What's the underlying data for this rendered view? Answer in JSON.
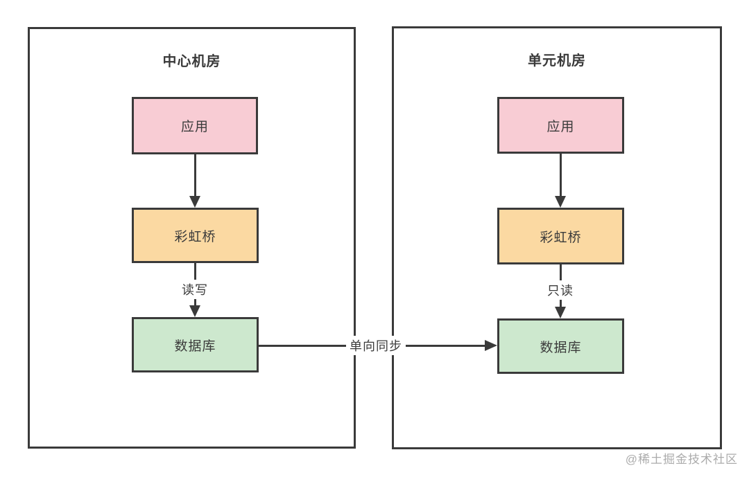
{
  "diagram": {
    "regions": [
      {
        "title": "中心机房",
        "nodes": [
          {
            "id": "app",
            "label": "应用"
          },
          {
            "id": "bridge",
            "label": "彩虹桥"
          },
          {
            "id": "db",
            "label": "数据库"
          }
        ],
        "bridge_to_db_label": "读写"
      },
      {
        "title": "单元机房",
        "nodes": [
          {
            "id": "app",
            "label": "应用"
          },
          {
            "id": "bridge",
            "label": "彩虹桥"
          },
          {
            "id": "db",
            "label": "数据库"
          }
        ],
        "bridge_to_db_label": "只读"
      }
    ],
    "sync_arrow_label": "单向同步"
  },
  "watermark": "@稀土掘金技术社区",
  "colors": {
    "node_app_fill": "#f8ccd4",
    "node_bridge_fill": "#fbd9a2",
    "node_db_fill": "#cde8ce",
    "stroke": "#3a3a3a",
    "watermark_text": "#ababab",
    "background": "#ffffff"
  }
}
